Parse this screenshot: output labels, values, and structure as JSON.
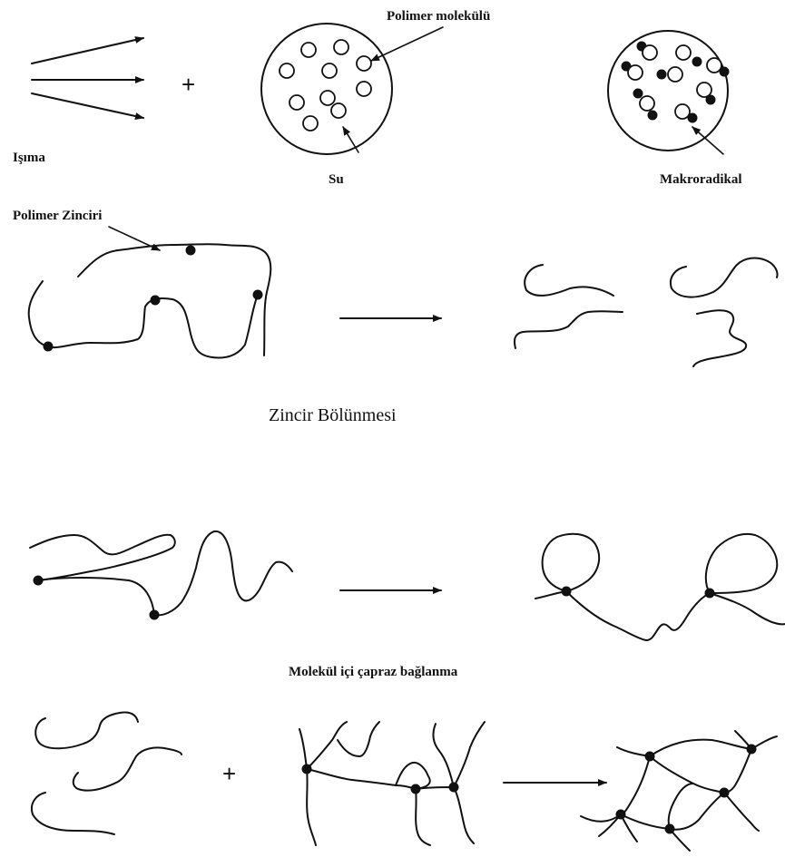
{
  "labels": {
    "radiation": "Işıma",
    "polymer_molecule": "Polimer molekülü",
    "water": "Su",
    "macroradical": "Makroradikal",
    "polymer_chain": "Polimer Zinciri",
    "chain_scission": "Zincir Bölünmesi",
    "intramolecular_crosslinking": "Molekül içi çapraz bağlanma"
  },
  "symbols": {
    "plus": "+"
  },
  "colors": {
    "ink": "#111111",
    "background": "#ffffff"
  }
}
